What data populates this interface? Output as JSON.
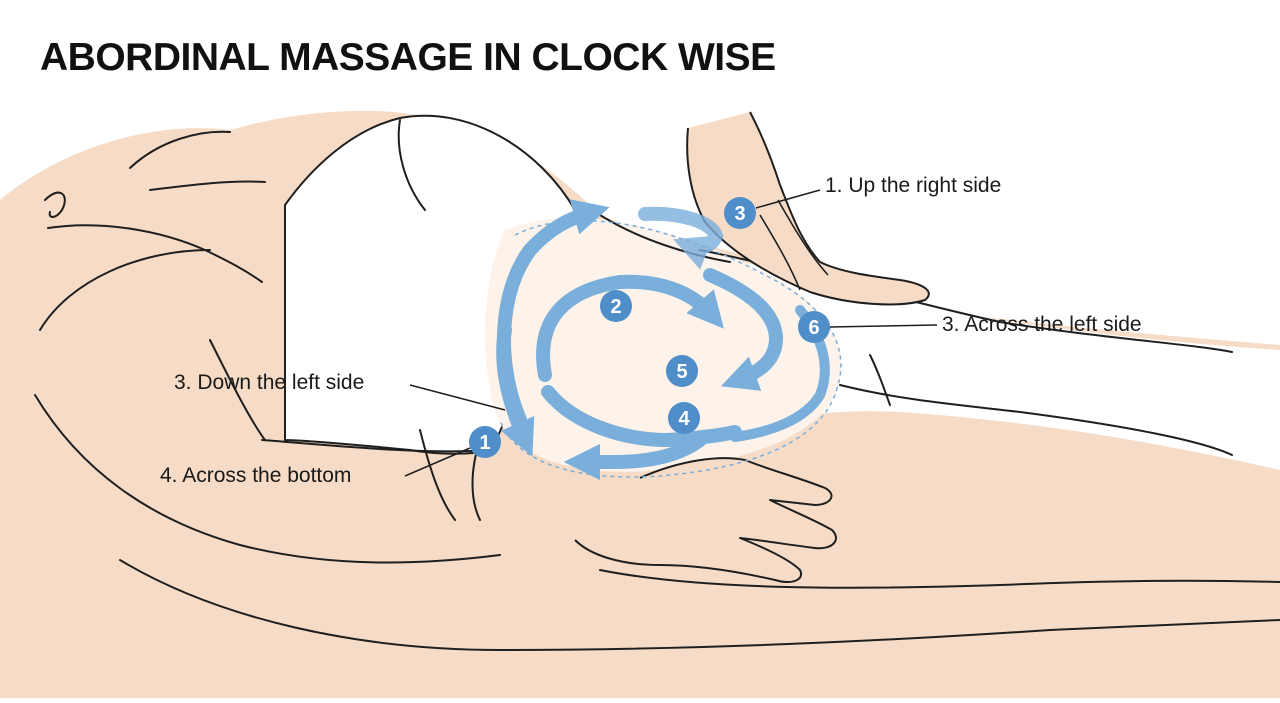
{
  "title": "ABORDINAL MASSAGE IN CLOCK WISE",
  "labels": {
    "up_right": "1. Up the right side",
    "across_left": "3. Across the left side",
    "down_left": "3. Down the left side",
    "across_bottom": "4. Across the bottom"
  },
  "steps": {
    "s1": "1",
    "s2": "2",
    "s3": "3",
    "s4": "4",
    "s5": "5",
    "s6": "6"
  },
  "colors": {
    "skin": "#f6dcc6",
    "outline": "#1f1f1f",
    "arrow": "#7aaedb",
    "badge": "#4f8ec9"
  }
}
